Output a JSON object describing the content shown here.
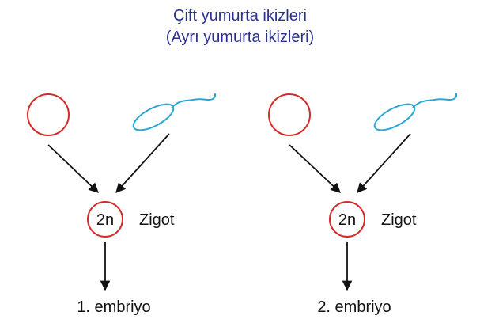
{
  "title_line1": "Çift yumurta ikizleri",
  "title_line2": "(Ayrı yumurta ikizleri)",
  "left": {
    "zygote_label": "2n",
    "zygote_name": "Zigot",
    "embryo_label": "1. embriyo"
  },
  "right": {
    "zygote_label": "2n",
    "zygote_name": "Zigot",
    "embryo_label": "2. embriyo"
  },
  "colors": {
    "title": "#2b2f8f",
    "egg": "#d42a2a",
    "sperm": "#2aa7d6",
    "arrow": "#111111"
  }
}
